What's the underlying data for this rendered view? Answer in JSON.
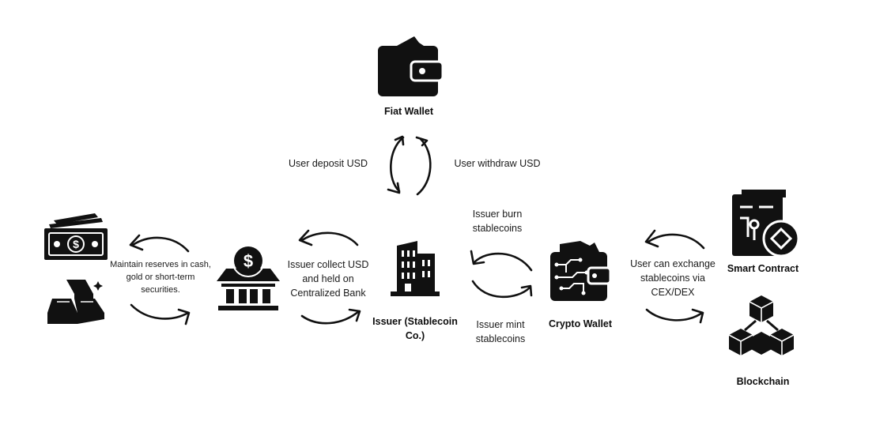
{
  "nodes": {
    "fiat_wallet": "Fiat Wallet",
    "issuer": "Issuer (Stablecoin Co.)",
    "crypto_wallet": "Crypto Wallet",
    "smart_contract": "Smart Contract",
    "blockchain": "Blockchain"
  },
  "edges": {
    "deposit": "User deposit USD",
    "withdraw": "User withdraw USD",
    "reserves": "Maintain reserves in cash, gold or short-term securities.",
    "bank": "Issuer collect USD and held on Centralized Bank",
    "burn": "Issuer burn stablecoins",
    "mint": "Issuer mint stablecoins",
    "exchange": "User can exchange stablecoins via CEX/DEX"
  },
  "icons": [
    "cash-icon",
    "gold-bars-icon",
    "bank-icon",
    "building-icon",
    "wallet-icon",
    "crypto-wallet-icon",
    "smart-contract-icon",
    "blockchain-icon"
  ],
  "colors": {
    "ink": "#111111",
    "background": "#ffffff"
  }
}
